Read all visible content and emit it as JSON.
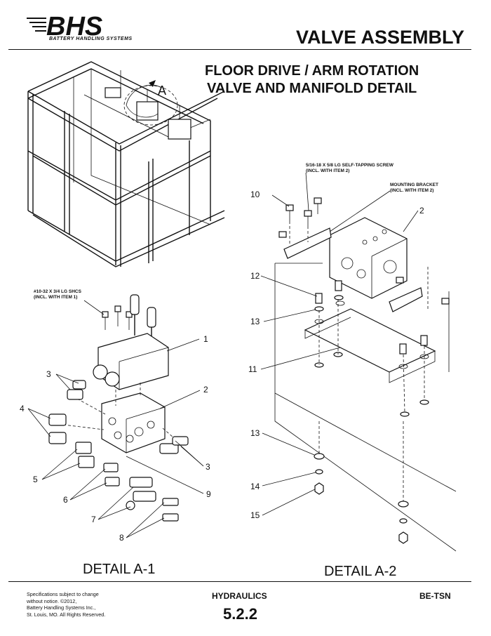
{
  "header": {
    "brand": "BHS",
    "brand_tagline": "BATTERY HANDLING SYSTEMS",
    "page_title": "VALVE ASSEMBLY"
  },
  "subtitle": {
    "line1": "FLOOR DRIVE / ARM ROTATION",
    "line2": "VALVE AND MANIFOLD DETAIL"
  },
  "overview": {
    "view_label": "A"
  },
  "detail_a1": {
    "label": "DETAIL A-1",
    "screw_callout_line1": "#10-32 X 3/4 LG SHCS",
    "screw_callout_line2": "(INCL. WITH ITEM 1)",
    "items": {
      "i1": "1",
      "i2": "2",
      "i3a": "3",
      "i3b": "3",
      "i4": "4",
      "i5": "5",
      "i6": "6",
      "i7": "7",
      "i8": "8",
      "i9": "9"
    }
  },
  "detail_a2": {
    "label": "DETAIL  A-2",
    "screw_callout_line1": "5/16-18 X 5/8 LG SELF-TAPPING SCREW",
    "screw_callout_line2": "(INCL. WITH ITEM 2)",
    "bracket_callout_line1": "MOUNTING BRACKET",
    "bracket_callout_line2": "(INCL. WITH ITEM 2)",
    "items": {
      "i10": "10",
      "i2": "2",
      "i12": "12",
      "i13a": "13",
      "i11": "11",
      "i13b": "13",
      "i14": "14",
      "i15": "15"
    }
  },
  "footer": {
    "spec_line1": "Specifications subject to change",
    "spec_line2": "without notice. ©2012,",
    "spec_line3": "Battery Handling Systems Inc.,",
    "spec_line4": "St. Louis, MO. All Rights Reserved.",
    "category": "HYDRAULICS",
    "section_number": "5.2.2",
    "doc_code": "BE-TSN"
  }
}
